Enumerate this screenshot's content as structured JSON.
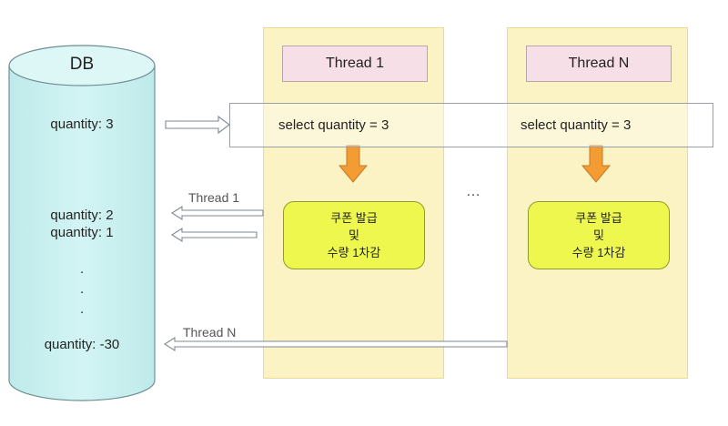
{
  "db": {
    "title": "DB",
    "values": [
      "quantity: 3",
      "quantity: 2",
      "quantity: 1",
      "quantity: -30"
    ],
    "dots": [
      ".",
      ".",
      "."
    ]
  },
  "threads": [
    {
      "title": "Thread 1",
      "select": "select quantity = 3",
      "action": [
        "쿠폰 발급",
        "및",
        "수량 1차감"
      ]
    },
    {
      "title": "Thread N",
      "select": "select quantity = 3",
      "action": [
        "쿠폰 발급",
        "및",
        "수량 1차감"
      ]
    }
  ],
  "ellipsis": "…",
  "arrow_labels": {
    "thread1": "Thread 1",
    "threadN": "Thread N"
  },
  "colors": {
    "db_fill": "#cdf1f1",
    "lane_fill": "#fbf3c4",
    "header_fill": "#f6dfe6",
    "action_fill": "#eef74e",
    "down_arrow": "#f39c34"
  }
}
